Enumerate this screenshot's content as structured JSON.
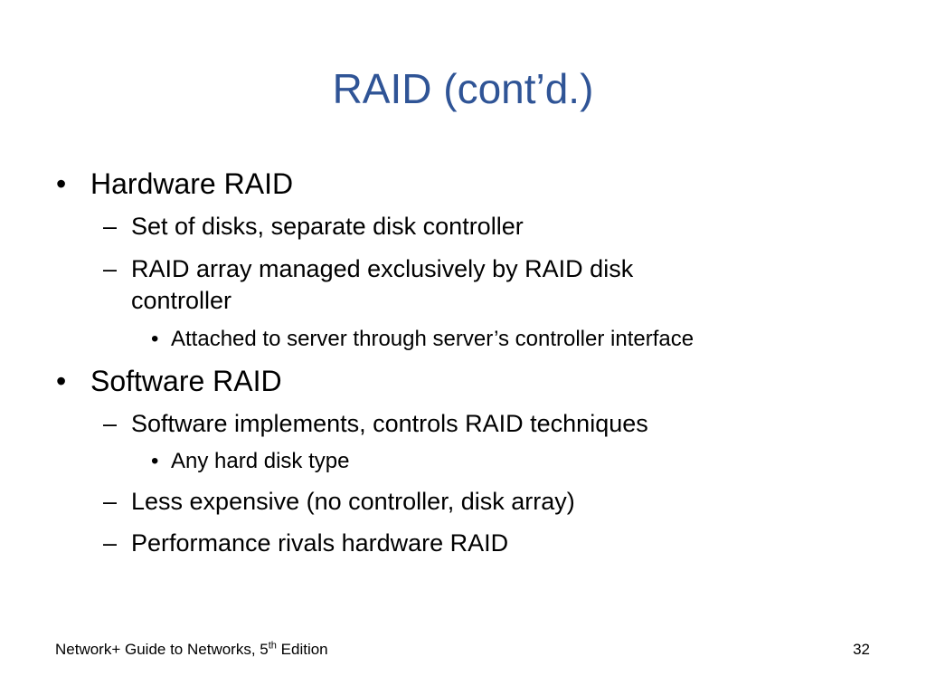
{
  "slide": {
    "title": "RAID (cont’d.)",
    "bullet_char": "•",
    "dash_char": "–",
    "items": [
      {
        "level": 1,
        "text": "Hardware RAID"
      },
      {
        "level": 2,
        "text": "Set of disks, separate disk controller"
      },
      {
        "level": 2,
        "text": "RAID array managed exclusively by RAID disk",
        "continuation": "controller"
      },
      {
        "level": 3,
        "text": "Attached to server through server’s controller interface"
      },
      {
        "level": 1,
        "text": "Software RAID"
      },
      {
        "level": 2,
        "text": "Software implements, controls RAID techniques"
      },
      {
        "level": 3,
        "text": "Any hard disk type"
      },
      {
        "level": 2,
        "text": "Less expensive (no controller, disk array)"
      },
      {
        "level": 2,
        "text": "Performance rivals hardware RAID"
      }
    ]
  },
  "footer": {
    "book_title": "Network+ Guide to Networks, 5",
    "edition_sup": "th",
    "edition_word": " Edition",
    "page_number": "32"
  }
}
